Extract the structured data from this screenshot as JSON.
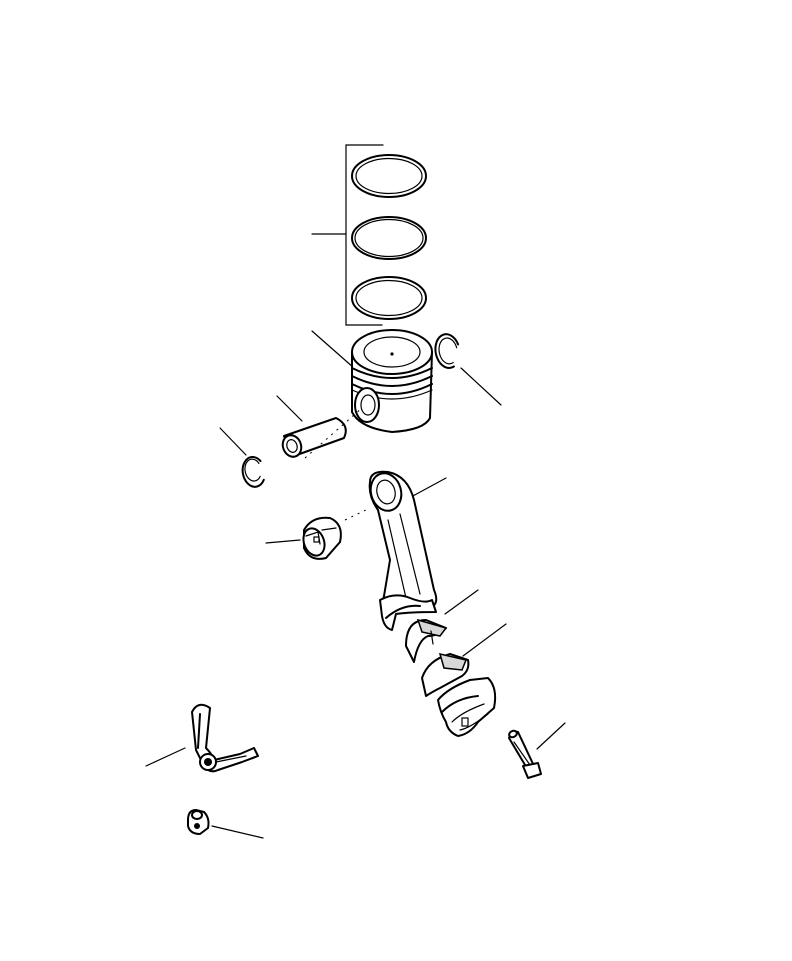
{
  "diagram": {
    "parts": [
      "piston-ring-set",
      "piston",
      "piston-pin",
      "snap-ring-right",
      "snap-ring-left",
      "connecting-rod",
      "small-end-bushing",
      "bearing-shell-upper",
      "bearing-shell-lower",
      "rod-cap",
      "rod-bolt",
      "oil-jet-nozzle",
      "nozzle-bolt"
    ],
    "colors": {
      "line": "#000000",
      "background": "#ffffff",
      "shading": "#d8d8d8"
    }
  }
}
